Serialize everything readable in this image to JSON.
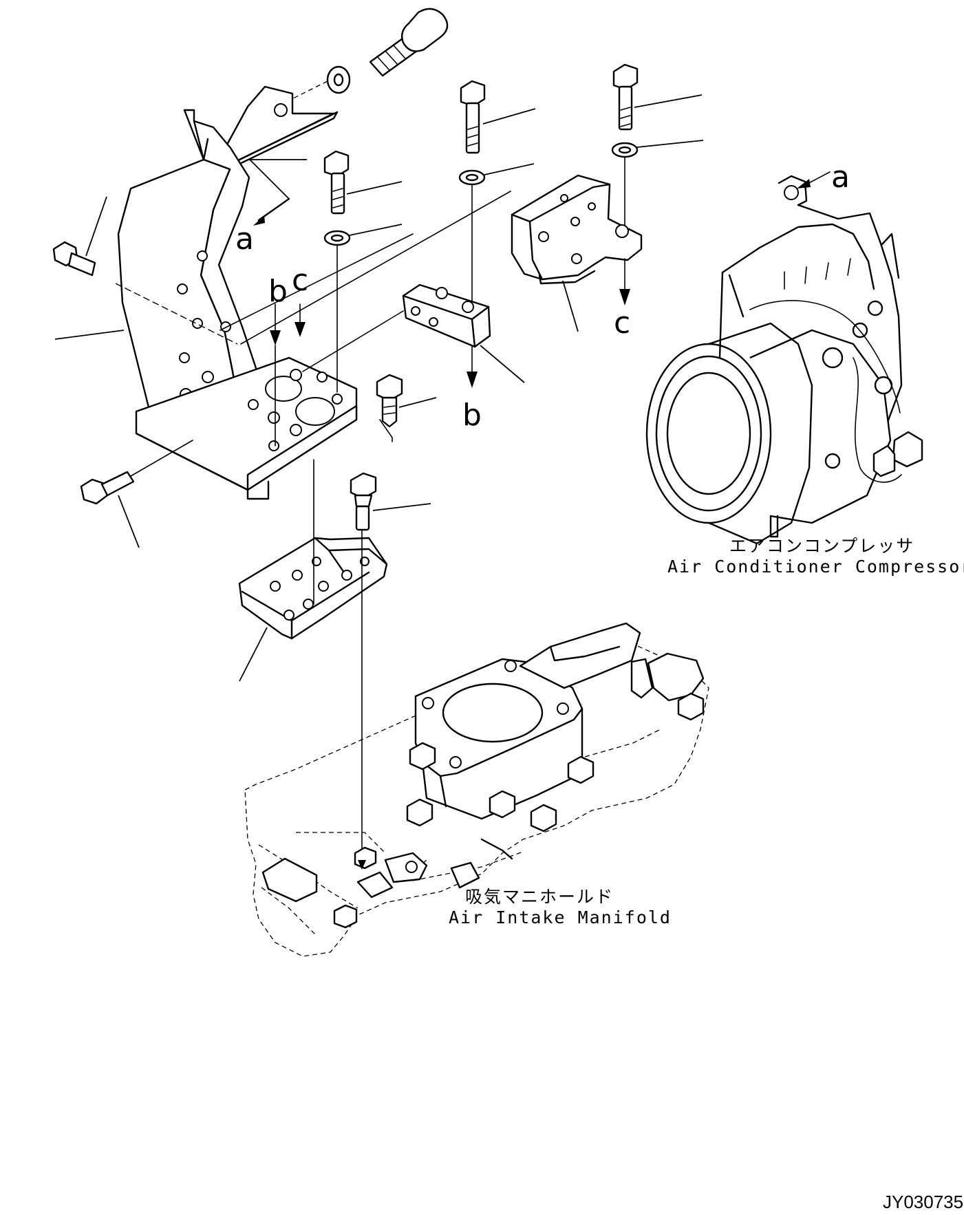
{
  "labels": {
    "ref_a_bracket": "a",
    "ref_a_compressor": "a",
    "ref_b_top": "b",
    "ref_c_top": "c",
    "ref_b_bottom": "b",
    "ref_c_bottom": "c"
  },
  "captions": {
    "compressor_jp": "エアコンコンプレッサ",
    "compressor_en": "Air Conditioner Compressor",
    "manifold_jp": "吸気マニホールド",
    "manifold_en": "Air Intake Manifold"
  },
  "figure_code": "JY030735"
}
